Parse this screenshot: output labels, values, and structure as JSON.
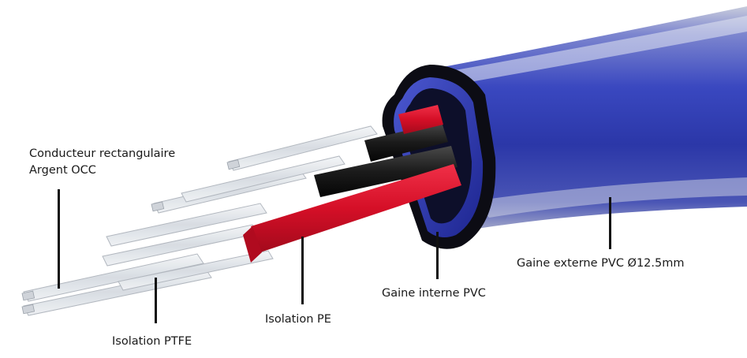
{
  "labels": {
    "conductor_line1": "Conducteur rectangulaire",
    "conductor_line2": "Argent OCC",
    "ptfe": "Isolation PTFE",
    "pe": "Isolation PE",
    "inner_jacket": "Gaine interne PVC",
    "outer_jacket": "Gaine externe PVC Ø12.5mm"
  },
  "colors": {
    "outer_jacket": "#3a48b8",
    "inner_jacket": "#2a33a8",
    "pe_red": "#d8102a",
    "pe_black": "#1c1c1c",
    "ptfe_clear": "#dfe3e8",
    "silver": "#c9cdd3"
  }
}
